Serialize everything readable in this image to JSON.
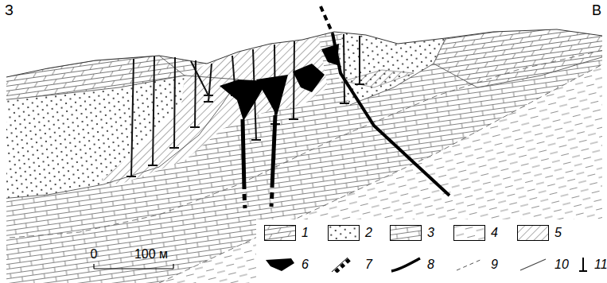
{
  "diagram": {
    "labels": [
      "З",
      "В",
      "0",
      "100 м"
    ],
    "legend": [
      {
        "text": "1"
      },
      {
        "text": "2"
      },
      {
        "text": "3"
      },
      {
        "text": "4"
      },
      {
        "text": "5"
      },
      {
        "text": "6"
      },
      {
        "text": "7"
      },
      {
        "text": "8"
      },
      {
        "text": "9"
      },
      {
        "text": "10"
      },
      {
        "text": "11"
      }
    ]
  }
}
